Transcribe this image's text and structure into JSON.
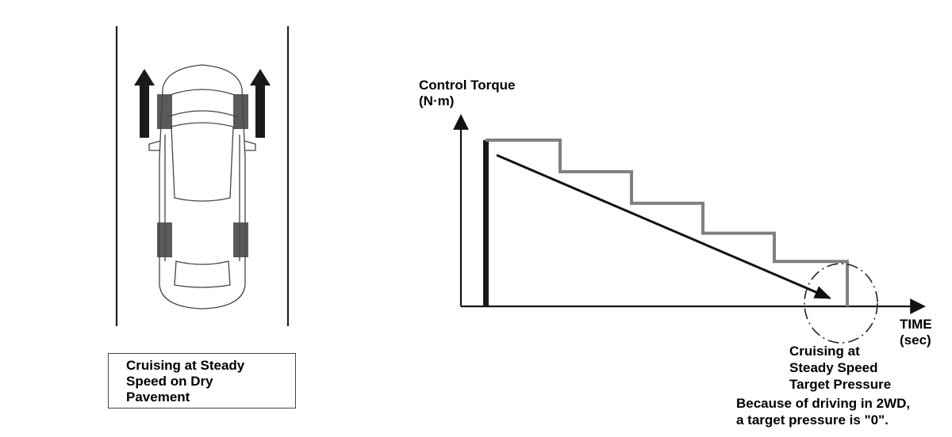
{
  "left_panel": {
    "caption_lines": [
      "Cruising at Steady",
      "Speed on Dry",
      "Pavement"
    ]
  },
  "graph": {
    "y_axis_label_lines": [
      "Control Torque",
      "(N·m)"
    ],
    "x_axis_label_lines": [
      "TIME",
      "(sec)"
    ],
    "steps_level_fraction": [
      1.0,
      0.81,
      0.62,
      0.44,
      0.27,
      0.0
    ],
    "target_line_start_fraction": 0.91,
    "target_line_end_fraction": 0.05,
    "circled_label_lines": [
      "Cruising at",
      "Steady Speed",
      "Target Pressure"
    ],
    "note_lines": [
      "Because of driving in 2WD,",
      "a target pressure is \"0\"."
    ]
  },
  "colors": {
    "ink": "#1a1a1a",
    "tire": "#5a5a5a",
    "step_line": "#808080",
    "arrow": "#111111"
  }
}
